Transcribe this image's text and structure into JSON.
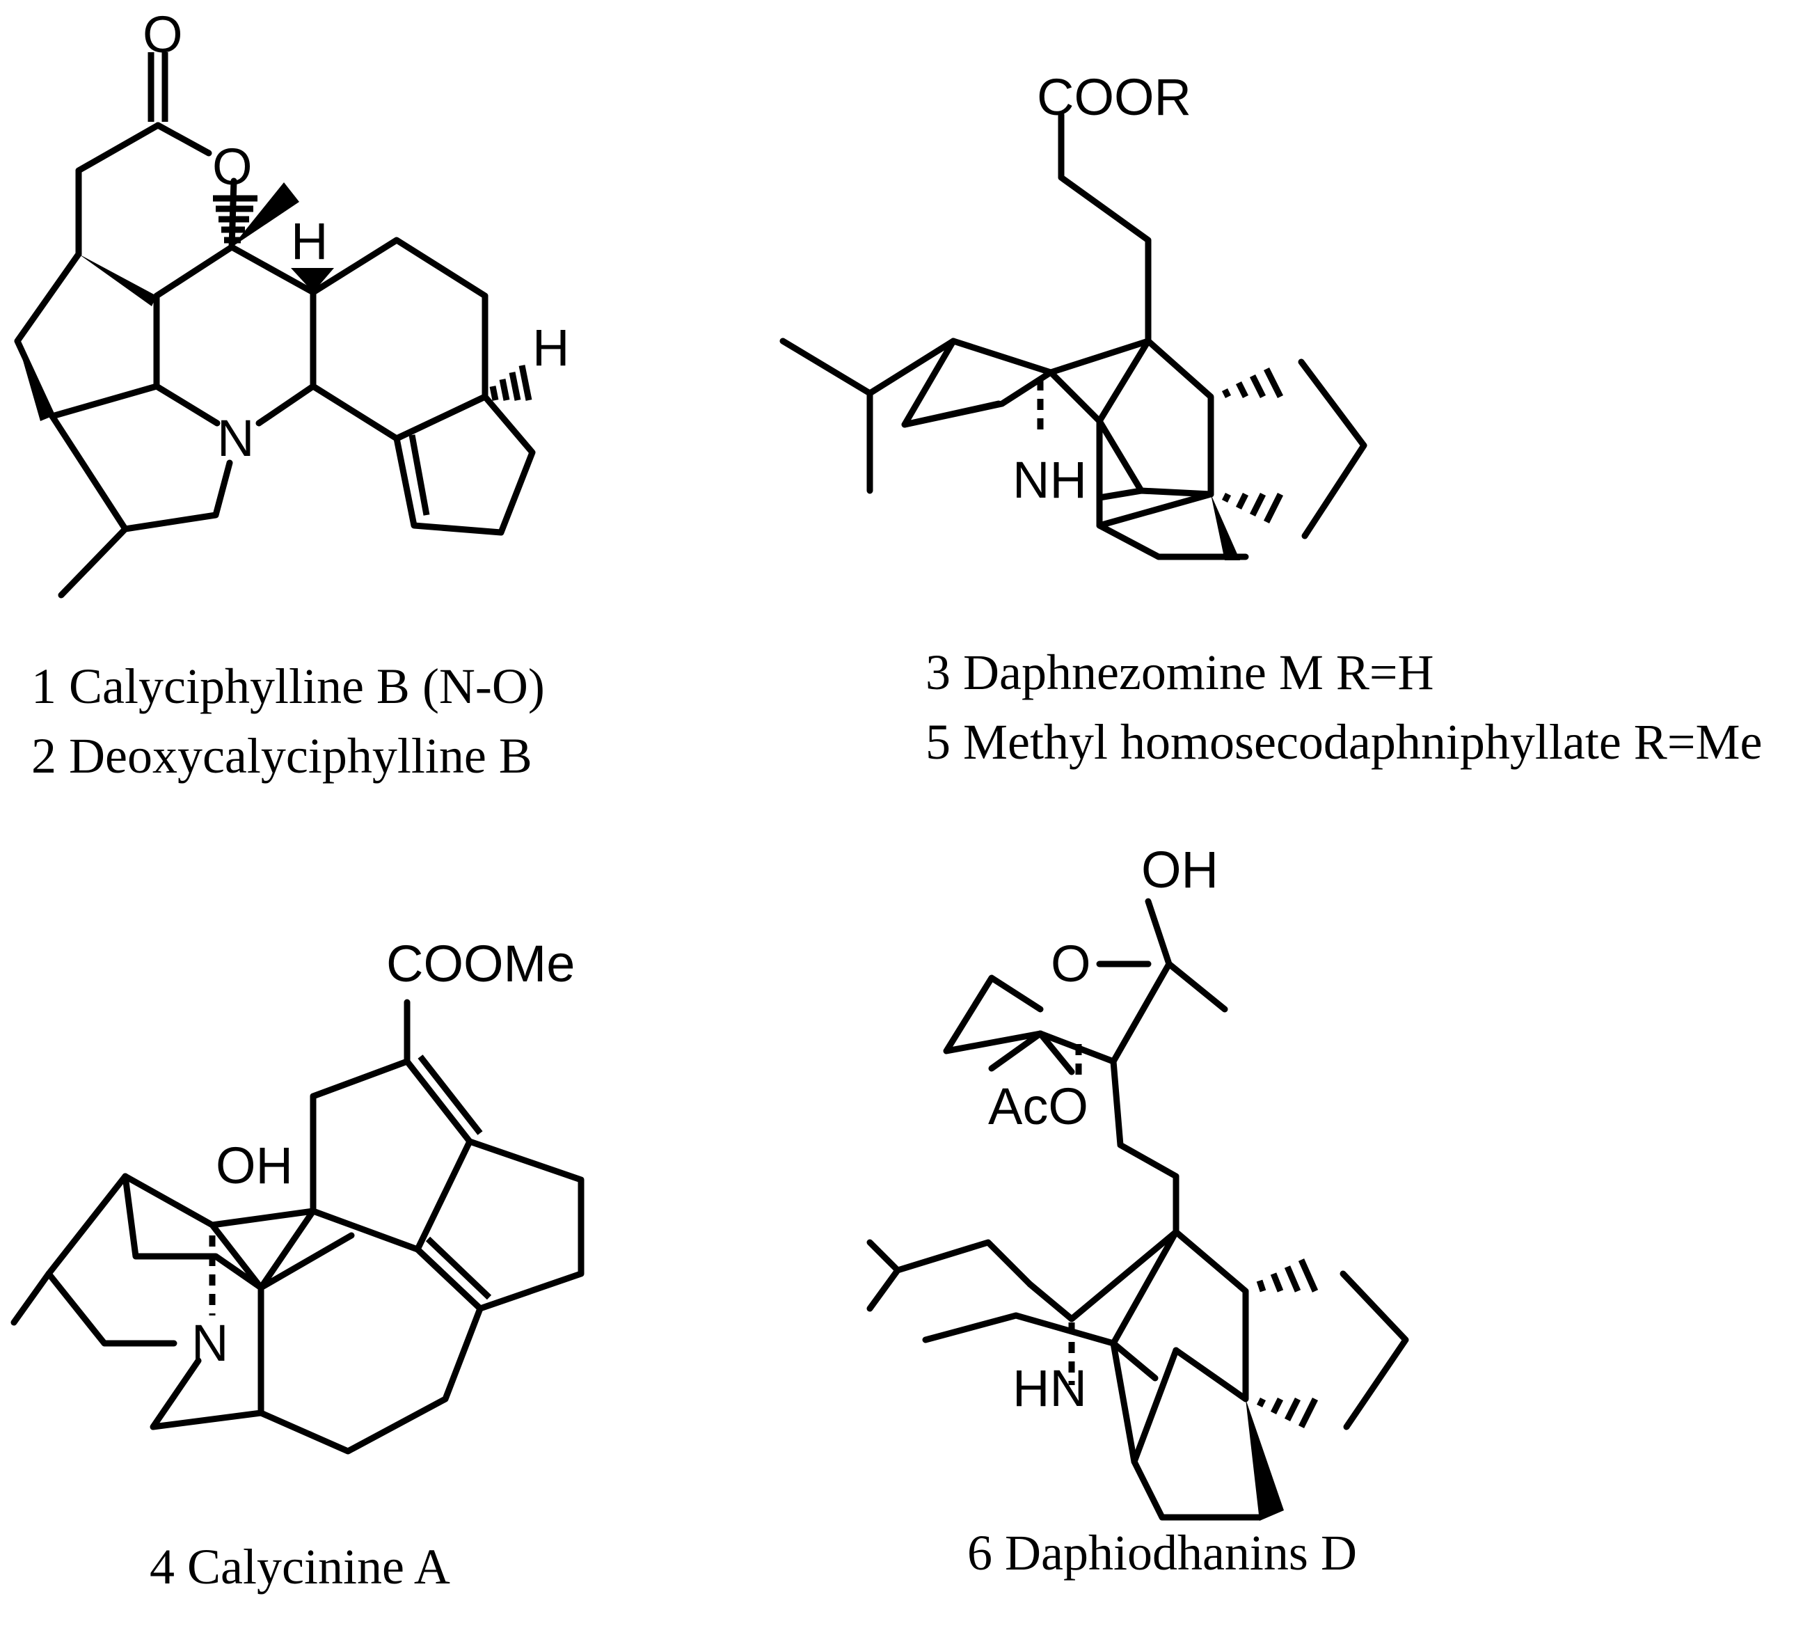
{
  "compounds": [
    {
      "atoms": [
        "O",
        "O",
        "H",
        "H",
        "N"
      ],
      "captions": [
        "1 Calyciphylline B (N-O)",
        "2 Deoxycalyciphylline B"
      ]
    },
    {
      "atoms": [
        "COOR",
        "NH"
      ],
      "captions": [
        "3 Daphnezomine M R=H",
        "5 Methyl homosecodaphniphyllate R=Me"
      ]
    },
    {
      "atoms": [
        "COOMe",
        "OH",
        "N"
      ],
      "captions": [
        "4 Calycinine A"
      ]
    },
    {
      "atoms": [
        "OH",
        "O",
        "AcO",
        "HN"
      ],
      "captions": [
        "6 Daphiodhanins D"
      ]
    }
  ]
}
